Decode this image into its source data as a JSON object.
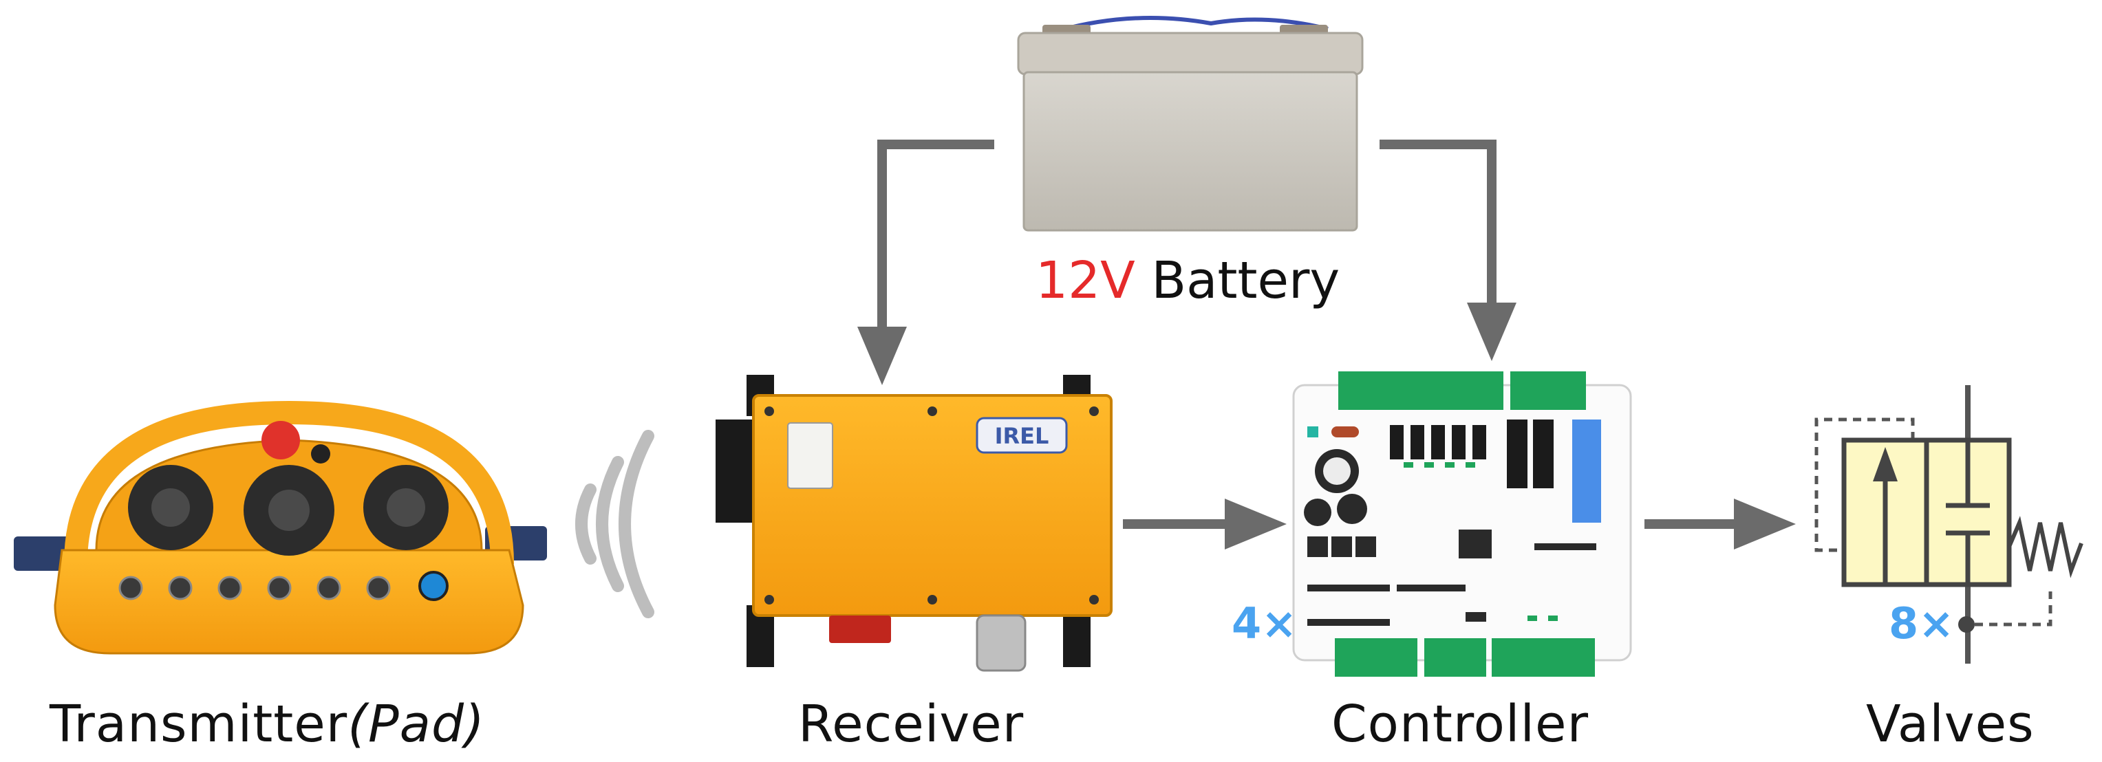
{
  "nodes": {
    "transmitter": {
      "label": "Transmitter",
      "label_italic": "(Pad)"
    },
    "receiver": {
      "label": "Receiver",
      "brand": "IREL"
    },
    "controller": {
      "label": "Controller",
      "multiplier": "4×"
    },
    "valves": {
      "label": "Valves",
      "multiplier": "8×"
    },
    "battery": {
      "voltage": "12V",
      "label": "Battery"
    }
  },
  "colors": {
    "arrow": "#6b6b6b",
    "accent_voltage": "#e52a2a",
    "accent_multiplier": "#4aa3f0",
    "device_yellow": "#f7a81b",
    "pcb_green": "#1fa45a",
    "valve_fill": "#fdf8c4"
  },
  "connections": [
    {
      "from": "transmitter",
      "to": "receiver",
      "kind": "wireless"
    },
    {
      "from": "receiver",
      "to": "controller",
      "kind": "wired"
    },
    {
      "from": "controller",
      "to": "valves",
      "kind": "wired"
    },
    {
      "from": "battery",
      "to": "receiver",
      "kind": "power"
    },
    {
      "from": "battery",
      "to": "controller",
      "kind": "power"
    }
  ]
}
